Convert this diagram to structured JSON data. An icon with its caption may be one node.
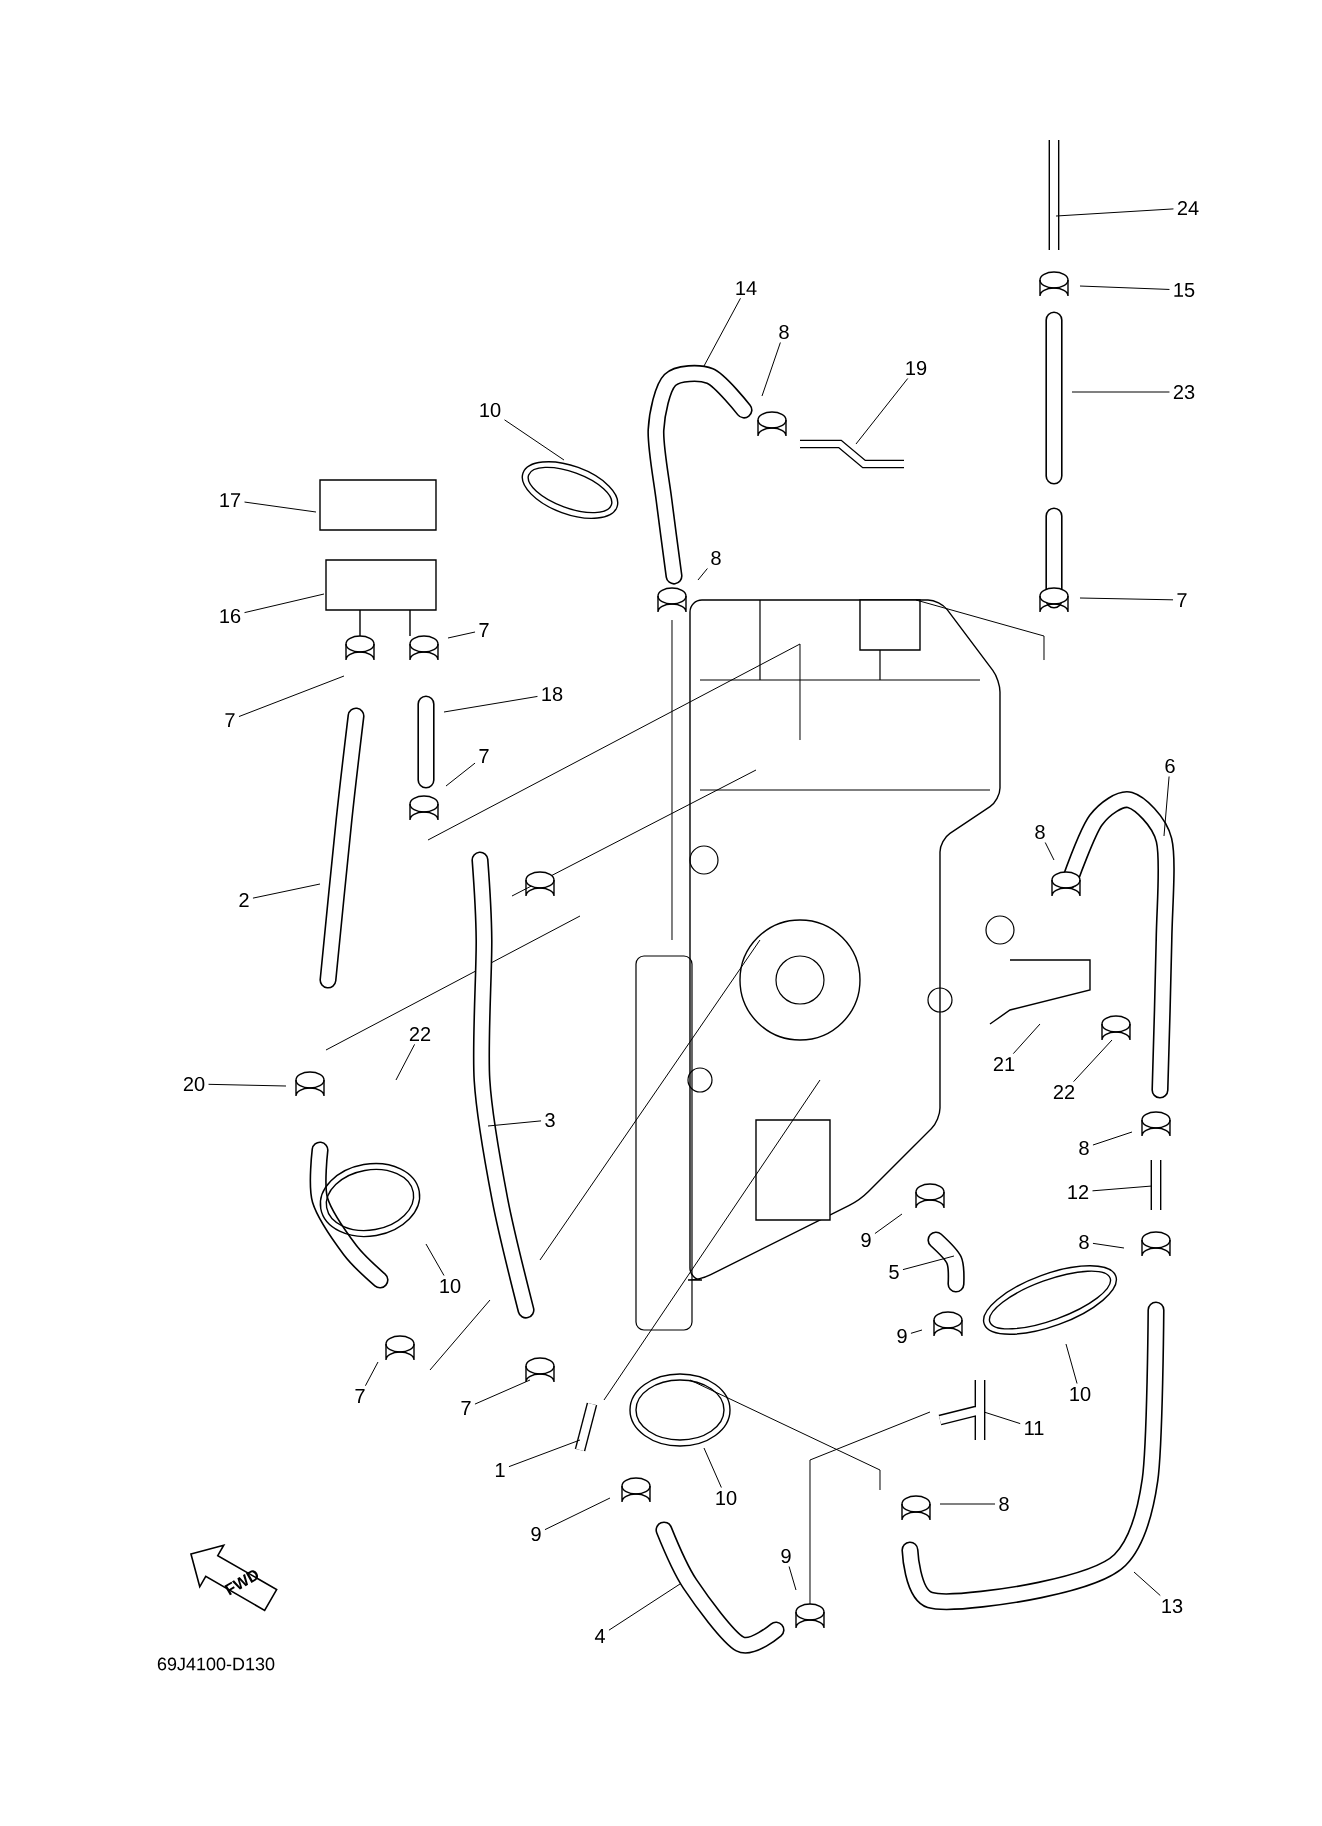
{
  "diagram": {
    "nodes": [
      {
        "text": [
          "24"
        ]
      },
      {
        "text": [
          "15"
        ]
      },
      {
        "text": [
          "23"
        ]
      },
      {
        "text": [
          "14"
        ]
      },
      {
        "text": [
          "8"
        ]
      },
      {
        "text": [
          "19"
        ]
      },
      {
        "text": [
          "10"
        ]
      },
      {
        "text": [
          "17"
        ]
      },
      {
        "text": [
          "16"
        ]
      },
      {
        "text": [
          "8"
        ]
      },
      {
        "text": [
          "7"
        ]
      },
      {
        "text": [
          "7"
        ]
      },
      {
        "text": [
          "7"
        ]
      },
      {
        "text": [
          "18"
        ]
      },
      {
        "text": [
          "7"
        ]
      },
      {
        "text": [
          "6"
        ]
      },
      {
        "text": [
          "8"
        ]
      },
      {
        "text": [
          "2"
        ]
      },
      {
        "text": [
          "20"
        ]
      },
      {
        "text": [
          "22"
        ]
      },
      {
        "text": [
          "21"
        ]
      },
      {
        "text": [
          "22"
        ]
      },
      {
        "text": [
          "3"
        ]
      },
      {
        "text": [
          "8"
        ]
      },
      {
        "text": [
          "12"
        ]
      },
      {
        "text": [
          "9"
        ]
      },
      {
        "text": [
          "8"
        ]
      },
      {
        "text": [
          "5"
        ]
      },
      {
        "text": [
          "9"
        ]
      },
      {
        "text": [
          "10"
        ]
      },
      {
        "text": [
          "7"
        ]
      },
      {
        "text": [
          "7"
        ]
      },
      {
        "text": [
          "10"
        ]
      },
      {
        "text": [
          "11"
        ]
      },
      {
        "text": [
          "1"
        ]
      },
      {
        "text": [
          "10"
        ]
      },
      {
        "text": [
          "8"
        ]
      },
      {
        "text": [
          "9"
        ]
      },
      {
        "text": [
          "9"
        ]
      },
      {
        "text": [
          "4"
        ]
      },
      {
        "text": [
          "13"
        ]
      }
    ],
    "edges": [
      {
        "from": 0,
        "to": null,
        "arrow": "none"
      },
      {
        "from": 1,
        "to": null,
        "arrow": "none"
      },
      {
        "from": 2,
        "to": null,
        "arrow": "none"
      },
      {
        "from": 3,
        "to": null,
        "arrow": "none"
      },
      {
        "from": 4,
        "to": null,
        "arrow": "none"
      },
      {
        "from": 5,
        "to": null,
        "arrow": "none"
      },
      {
        "from": 6,
        "to": null,
        "arrow": "none"
      },
      {
        "from": 7,
        "to": null,
        "arrow": "none"
      },
      {
        "from": 8,
        "to": null,
        "arrow": "none"
      },
      {
        "from": 9,
        "to": null,
        "arrow": "none"
      },
      {
        "from": 10,
        "to": null,
        "arrow": "none"
      },
      {
        "from": 11,
        "to": null,
        "arrow": "none"
      },
      {
        "from": 12,
        "to": null,
        "arrow": "none"
      },
      {
        "from": 13,
        "to": null,
        "arrow": "none"
      },
      {
        "from": 14,
        "to": null,
        "arrow": "none"
      },
      {
        "from": 15,
        "to": null,
        "arrow": "none"
      },
      {
        "from": 16,
        "to": null,
        "arrow": "none"
      },
      {
        "from": 17,
        "to": null,
        "arrow": "none"
      },
      {
        "from": 18,
        "to": null,
        "arrow": "none"
      },
      {
        "from": 19,
        "to": null,
        "arrow": "none"
      },
      {
        "from": 20,
        "to": null,
        "arrow": "none"
      },
      {
        "from": 21,
        "to": null,
        "arrow": "none"
      },
      {
        "from": 22,
        "to": null,
        "arrow": "none"
      },
      {
        "from": 23,
        "to": null,
        "arrow": "none"
      },
      {
        "from": 24,
        "to": null,
        "arrow": "none"
      },
      {
        "from": 25,
        "to": null,
        "arrow": "none"
      },
      {
        "from": 26,
        "to": null,
        "arrow": "none"
      },
      {
        "from": 27,
        "to": null,
        "arrow": "none"
      },
      {
        "from": 28,
        "to": null,
        "arrow": "none"
      },
      {
        "from": 29,
        "to": null,
        "arrow": "none"
      },
      {
        "from": 30,
        "to": null,
        "arrow": "none"
      },
      {
        "from": 31,
        "to": null,
        "arrow": "none"
      },
      {
        "from": 32,
        "to": null,
        "arrow": "none"
      },
      {
        "from": 33,
        "to": null,
        "arrow": "none"
      },
      {
        "from": 34,
        "to": null,
        "arrow": "none"
      },
      {
        "from": 35,
        "to": null,
        "arrow": "none"
      },
      {
        "from": 36,
        "to": null,
        "arrow": "none"
      },
      {
        "from": 37,
        "to": null,
        "arrow": "none"
      },
      {
        "from": 38,
        "to": null,
        "arrow": "none"
      },
      {
        "from": 39,
        "to": null,
        "arrow": "none"
      },
      {
        "from": 40,
        "to": null,
        "arrow": "none"
      }
    ],
    "labels": [
      "FWD",
      "69J4100-D130"
    ]
  }
}
